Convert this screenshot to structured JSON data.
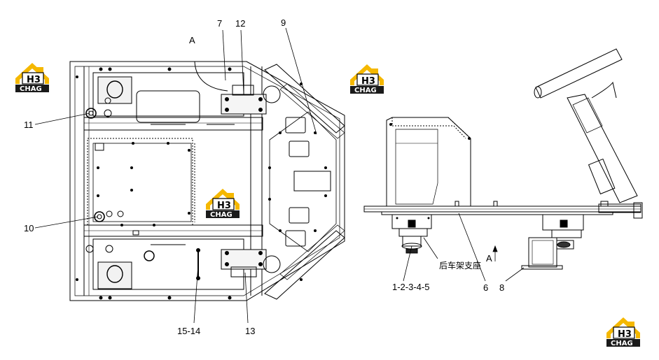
{
  "labels": {
    "l7": "7",
    "l12": "12",
    "l9": "9",
    "lA_top": "A",
    "l11": "11",
    "l10": "10",
    "l13": "13",
    "l15_14": "15-14",
    "l1_5": "1-2-3-4-5",
    "l6": "6",
    "l8": "8",
    "lA_side": "A",
    "rear_support": "后车架支座"
  },
  "logo": {
    "top": "H3",
    "bottom": "CHAG",
    "colors": {
      "roof": "#f5b800",
      "dark": "#1a1a1a",
      "light": "#ffffff"
    }
  }
}
